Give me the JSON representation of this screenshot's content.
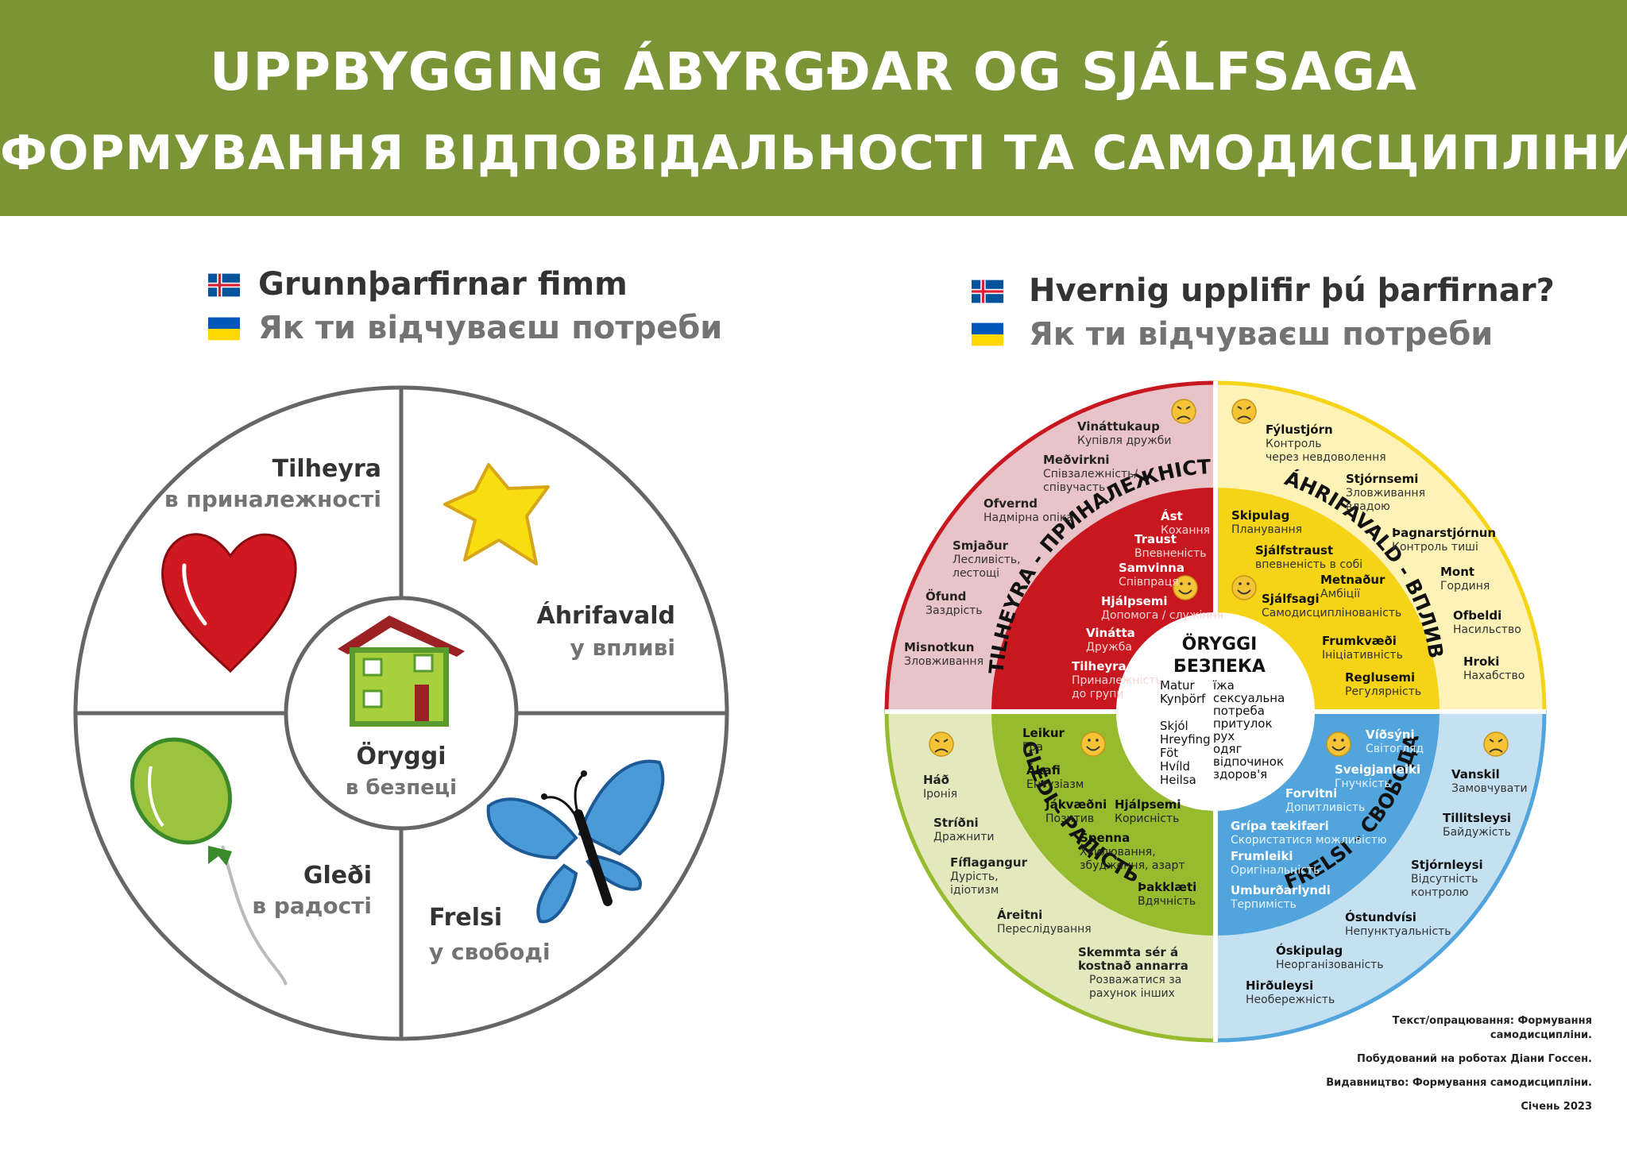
{
  "header": {
    "title_is": "UPPBYGGING ÁBYRGÐAR OG SJÁLFSAGA",
    "title_uk": "ФОРМУВАННЯ ВІДПОВІДАЛЬНОСТІ ТА САМОДИСЦИПЛІНИ"
  },
  "left": {
    "heading_is": "Grunnþarfirnar fimm",
    "heading_uk": "Як ти відчуваєш потреби",
    "needs": {
      "belonging": {
        "is": "Tilheyra",
        "uk": "в приналежності"
      },
      "power": {
        "is": "Áhrifavald",
        "uk": "у впливі"
      },
      "safety": {
        "is": "Öryggi",
        "uk": "в безпеці"
      },
      "fun": {
        "is": "Gleði",
        "uk": "в радості"
      },
      "freedom": {
        "is": "Frelsi",
        "uk": "у свободі"
      }
    }
  },
  "right": {
    "heading_is": "Hvernig upplifir þú þarfirnar?",
    "heading_uk": "Як ти відчуваєш потреби",
    "center": {
      "title_is": "ÖRYGGI",
      "title_uk": "БЕЗПЕКА",
      "is": [
        "Matur",
        "Kynþörf",
        "",
        "Skjól",
        "Hreyfing",
        "Föt",
        "Hvíld",
        "Heilsa"
      ],
      "uk": [
        "їжа",
        "сексуальна",
        "потреба",
        "притулок",
        "рух",
        "одяг",
        "відпочинок",
        "здоров'я"
      ]
    },
    "arc_labels": {
      "belonging": "TILHEYRA - ПРИНАЛЕЖНІСТЬ",
      "power": "ÁHRIFAVALD - ВПЛИВ",
      "fun": "GLEÐI - РАДІСТЬ",
      "freedom": "FRELSI - СВОБОДА"
    },
    "belonging_inner": [
      {
        "is": "Ást",
        "uk": "Кохання"
      },
      {
        "is": "Traust",
        "uk": "Впевненість"
      },
      {
        "is": "Samvinna",
        "uk": "Співпраця"
      },
      {
        "is": "Hjálpsemi",
        "uk": "Допомога / служіння"
      },
      {
        "is": "Vinátta",
        "uk": "Дружба"
      },
      {
        "is": "Tilheyra hópi",
        "uk": "Приналежність",
        "uk2": "до групи"
      }
    ],
    "belonging_outer": [
      {
        "is": "Vináttukaup",
        "uk": "Купівля дружби"
      },
      {
        "is": "Meðvirkni",
        "uk": "Співзалежність/",
        "uk2": "співучасть"
      },
      {
        "is": "Ofvernd",
        "uk": "Надмірна опіка"
      },
      {
        "is": "Smjaður",
        "uk": "Лесливість,",
        "uk2": "лестощі"
      },
      {
        "is": "Öfund",
        "uk": "Заздрість"
      },
      {
        "is": "Misnotkun",
        "uk": "Зловживання"
      }
    ],
    "power_inner": [
      {
        "is": "Skipulag",
        "uk": "Планування"
      },
      {
        "is": "Sjálfstraust",
        "uk": "впевненість в собі"
      },
      {
        "is": "Metnaður",
        "uk": "Амбіції"
      },
      {
        "is": "Sjálfsagi",
        "uk": "Самодисциплінованість"
      },
      {
        "is": "Frumkvæði",
        "uk": "Ініціативність"
      },
      {
        "is": "Reglusemi",
        "uk": "Регулярність"
      }
    ],
    "power_outer": [
      {
        "is": "Fýlustjórn",
        "uk": "Контроль",
        "uk2": "через невдоволення"
      },
      {
        "is": "Stjórnsemi",
        "uk": "Зловживання",
        "uk2": "владою"
      },
      {
        "is": "Þagnarstjórnun",
        "uk": "Контроль тиші"
      },
      {
        "is": "Mont",
        "uk": "Гординя"
      },
      {
        "is": "Ofbeldi",
        "uk": "Насильство"
      },
      {
        "is": "Hroki",
        "uk": "Нахабство"
      }
    ],
    "fun_inner": [
      {
        "is": "Leikur",
        "uk": "Гра"
      },
      {
        "is": "Ákafi",
        "uk": "Ентузіазм"
      },
      {
        "is": "Jákvæðni",
        "uk": "Позитив"
      },
      {
        "is": "Hjálpsemi",
        "uk": "Корисність"
      },
      {
        "is": "Spenna",
        "uk": "Хвилювання,",
        "uk2": "збудження, азарт"
      },
      {
        "is": "Þakklæti",
        "uk": "Вдячність"
      }
    ],
    "fun_outer": [
      {
        "is": "Háð",
        "uk": "Іронія"
      },
      {
        "is": "Stríðni",
        "uk": "Дражнити"
      },
      {
        "is": "Fíflagangur",
        "uk": "Дурість,",
        "uk2": "ідіотизм"
      },
      {
        "is": "Áreitni",
        "uk": "Переслідування"
      },
      {
        "is": "Skemmta sér á",
        "is2": "kostnað annarra",
        "uk": "Розважатися за",
        "uk2": "рахунок інших"
      }
    ],
    "freedom_inner": [
      {
        "is": "Víðsýni",
        "uk": "Світогляд"
      },
      {
        "is": "Sveigjanleiki",
        "uk": "Гнучкість"
      },
      {
        "is": "Forvitni",
        "uk": "Допитливість"
      },
      {
        "is": "Grípa tækifæri",
        "uk": "Скористатися можливістю"
      },
      {
        "is": "Frumleiki",
        "uk": "Оригінальність"
      },
      {
        "is": "Umburðarlyndi",
        "uk": "Терпимість"
      }
    ],
    "freedom_outer": [
      {
        "is": "Vanskil",
        "uk": "Замовчувати"
      },
      {
        "is": "Tillitsleysi",
        "uk": "Байдужість"
      },
      {
        "is": "Stjórnleysi",
        "uk": "Відсутність",
        "uk2": "контролю"
      },
      {
        "is": "Óstundvísi",
        "uk": "Непунктуальність"
      },
      {
        "is": "Óskipulag",
        "uk": "Неорганізованість"
      },
      {
        "is": "Hirðuleysi",
        "uk": "Необережність"
      }
    ]
  },
  "credits": [
    "Текст/опрацювання: Формування",
    "самодисципліни.",
    "Побудований на роботах Діани Госсен.",
    "Видавництво: Формування самодисципліни.",
    "Січень 2023"
  ],
  "colors": {
    "banner": "#7a9436",
    "red": "#c8171e",
    "pink": "#e8c3c8",
    "yellow": "#f5d316",
    "light_yellow": "#fdf3b7",
    "green": "#97bb2e",
    "light_green": "#e4e8bd",
    "blue": "#52a5dc",
    "light_blue": "#c5e1f1",
    "gray_text": "#737373",
    "dark_text": "#333333"
  }
}
